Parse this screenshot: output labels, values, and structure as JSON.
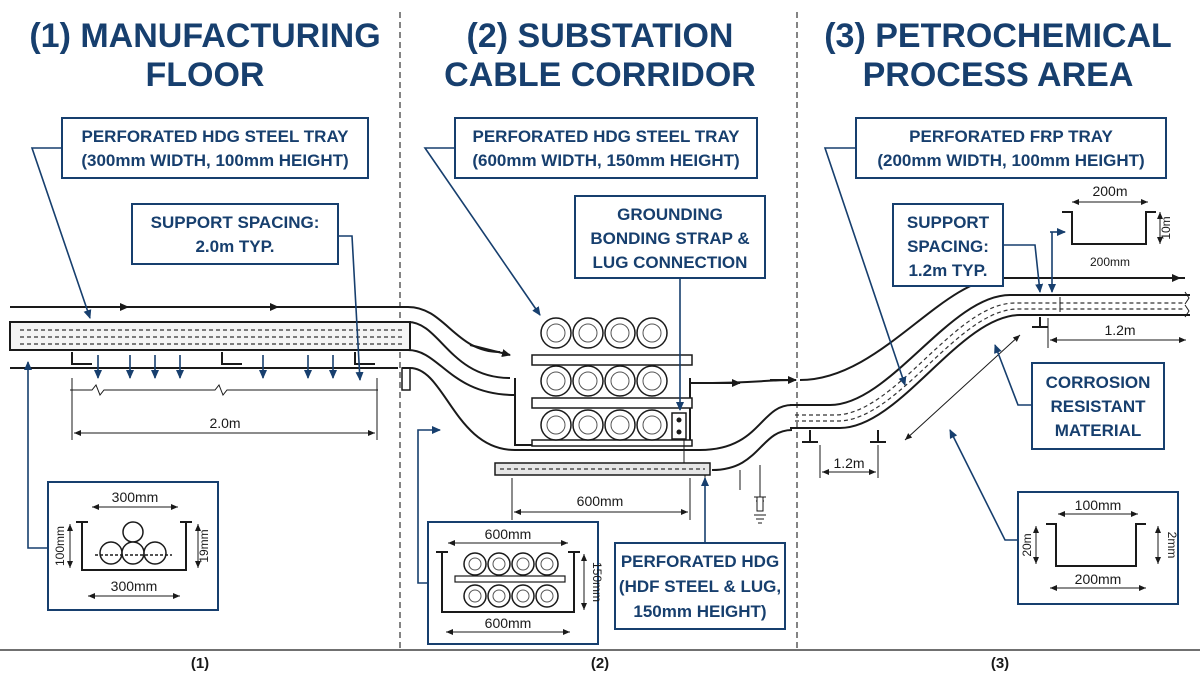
{
  "panels": {
    "manufacturing": {
      "title_line1": "(1) MANUFACTURING",
      "title_line2": "FLOOR",
      "tray_label_line1": "PERFORATED HDG STEEL TRAY",
      "tray_label_line2": "(300mm WIDTH, 100mm HEIGHT)",
      "support_label_line1": "SUPPORT SPACING:",
      "support_label_line2": "2.0m TYP.",
      "span_dim": "2.0m",
      "section": {
        "top_width": "300mm",
        "bottom_width": "300mm",
        "left_height": "100mm",
        "right_height": "19mm"
      },
      "footer": "(1)"
    },
    "substation": {
      "title_line1": "(2) SUBSTATION",
      "title_line2": "CABLE CORRIDOR",
      "tray_label_line1": "PERFORATED HDG STEEL TRAY",
      "tray_label_line2": "(600mm WIDTH, 150mm HEIGHT)",
      "ground_label_line1": "GROUNDING",
      "ground_label_line2": "BONDING STRAP &",
      "ground_label_line3": "LUG CONNECTION",
      "width_dim": "600mm",
      "section": {
        "top_width": "600mm",
        "bottom_width": "600mm",
        "right_height": "150mm"
      },
      "hdg_label_line1": "PERFORATED HDG",
      "hdg_label_line2": "(HDF STEEL & LUG,",
      "hdg_label_line3": "150mm HEIGHT)",
      "footer": "(2)"
    },
    "petrochemical": {
      "title_line1": "(3) PETROCHEMICAL",
      "title_line2": "PROCESS AREA",
      "tray_label_line1": "PERFORATED FRP TRAY",
      "tray_label_line2": "(200mm WIDTH, 100mm HEIGHT)",
      "support_label_line1": "SUPPORT",
      "support_label_line2": "SPACING:",
      "support_label_line3": "1.2m TYP.",
      "mini_section": {
        "top_width": "200m",
        "height": "10m",
        "bottom_width": "200mm"
      },
      "right_span_dim": "1.2m",
      "left_span_dim": "1.2m",
      "corrosion_label_line1": "CORROSION",
      "corrosion_label_line2": "RESISTANT",
      "corrosion_label_line3": "MATERIAL",
      "section": {
        "top_width": "100mm",
        "left_height": "20m",
        "right_height": "2mm",
        "bottom_width": "200mm"
      },
      "footer": "(3)"
    }
  },
  "colors": {
    "title": "#173f6e",
    "label_border": "#173f6e",
    "leader": "#173f6e",
    "line": "#1a1a1a"
  }
}
